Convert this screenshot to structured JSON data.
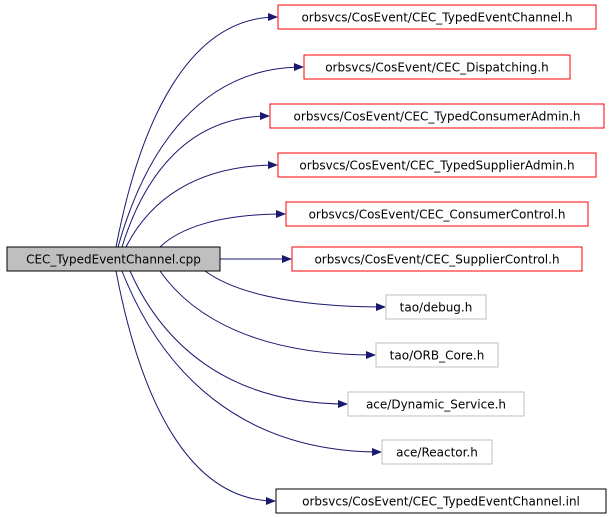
{
  "graph": {
    "source": {
      "label": "CEC_TypedEventChannel.cpp",
      "fill": "#bfbfbf",
      "border": "#000000"
    },
    "edge_color": "#191970",
    "includes": [
      {
        "label": "orbsvcs/CosEvent/CEC_TypedEventChannel.h",
        "border": "#ff0000"
      },
      {
        "label": "orbsvcs/CosEvent/CEC_Dispatching.h",
        "border": "#ff0000"
      },
      {
        "label": "orbsvcs/CosEvent/CEC_TypedConsumerAdmin.h",
        "border": "#ff0000"
      },
      {
        "label": "orbsvcs/CosEvent/CEC_TypedSupplierAdmin.h",
        "border": "#ff0000"
      },
      {
        "label": "orbsvcs/CosEvent/CEC_ConsumerControl.h",
        "border": "#ff0000"
      },
      {
        "label": "orbsvcs/CosEvent/CEC_SupplierControl.h",
        "border": "#ff0000"
      },
      {
        "label": "tao/debug.h",
        "border": "#bfbfbf"
      },
      {
        "label": "tao/ORB_Core.h",
        "border": "#bfbfbf"
      },
      {
        "label": "ace/Dynamic_Service.h",
        "border": "#bfbfbf"
      },
      {
        "label": "ace/Reactor.h",
        "border": "#bfbfbf"
      },
      {
        "label": "orbsvcs/CosEvent/CEC_TypedEventChannel.inl",
        "border": "#000000"
      }
    ]
  }
}
